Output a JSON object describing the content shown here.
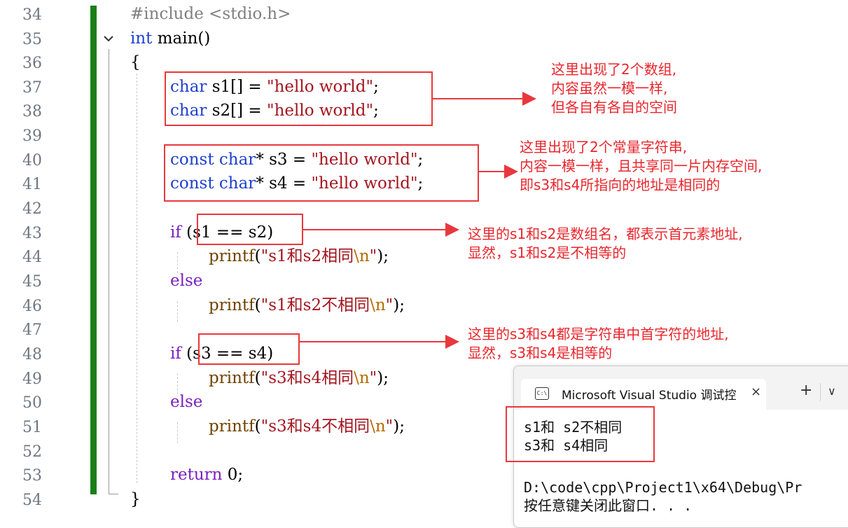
{
  "line_numbers": [
    "34",
    "35",
    "36",
    "37",
    "38",
    "39",
    "40",
    "41",
    "42",
    "43",
    "44",
    "45",
    "46",
    "47",
    "48",
    "49",
    "50",
    "51",
    "52",
    "53",
    "54"
  ],
  "code": {
    "l34": {
      "pp": "#include <stdio.h>"
    },
    "l35": {
      "kw": "int",
      "rest": " main()"
    },
    "l36": {
      "text": "{"
    },
    "l37": {
      "kw": "char",
      "mid": " s1[] = ",
      "str": "\"hello world\"",
      "end": ";"
    },
    "l38": {
      "kw": "char",
      "mid": " s2[] = ",
      "str": "\"hello world\"",
      "end": ";"
    },
    "l40": {
      "kw": "const",
      "kw2": " char",
      "mid": "* s3 = ",
      "str": "\"hello world\"",
      "end": ";"
    },
    "l41": {
      "kw": "const",
      "kw2": " char",
      "mid": "* s4 = ",
      "str": "\"hello world\"",
      "end": ";"
    },
    "l43": {
      "kw": "if",
      "rest": " (s1 == s2)"
    },
    "l44": {
      "fn": "printf",
      "open": "(",
      "str": "\"s1和s2相同",
      "esc": "\\n",
      "strend": "\"",
      "end": ");"
    },
    "l45": {
      "kw": "else"
    },
    "l46": {
      "fn": "printf",
      "open": "(",
      "str": "\"s1和s2不相同",
      "esc": "\\n",
      "strend": "\"",
      "end": ");"
    },
    "l48": {
      "kw": "if",
      "rest": " (s3 == s4)"
    },
    "l49": {
      "fn": "printf",
      "open": "(",
      "str": "\"s3和s4相同",
      "esc": "\\n",
      "strend": "\"",
      "end": ");"
    },
    "l50": {
      "kw": "else"
    },
    "l51": {
      "fn": "printf",
      "open": "(",
      "str": "\"s3和s4不相同",
      "esc": "\\n",
      "strend": "\"",
      "end": ");"
    },
    "l53": {
      "kw": "return",
      "rest": " 0;"
    },
    "l54": {
      "text": "}"
    }
  },
  "annotations": {
    "a1": "这里出现了2个数组,\n内容虽然一模一样,\n但各自有各自的空间",
    "a2": "这里出现了2个常量字符串,\n内容一模一样，且共享同一片内存空间,\n即s3和s4所指向的地址是相同的",
    "a3": "这里的s1和s2是数组名，都表示首元素地址,\n显然，s1和s2是不相等的",
    "a4": "这里的s3和s4都是字符串中首字符的地址,\n显然，s3和s4是相等的"
  },
  "console": {
    "title": "Microsoft Visual Studio 调试控",
    "icon_label": "C:\\",
    "close": "×",
    "plus": "+",
    "dropdown": "∨",
    "output_line1": "s1和 s2不相同",
    "output_line2": "s3和 s4相同",
    "path_line": "D:\\code\\cpp\\Project1\\x64\\Debug\\Pr",
    "prompt_line": "按任意键关闭此窗口. . ."
  },
  "colors": {
    "annotation": "#e8262c",
    "change_bar": "#1a7f1a",
    "keyword": "#1f3fd1"
  }
}
